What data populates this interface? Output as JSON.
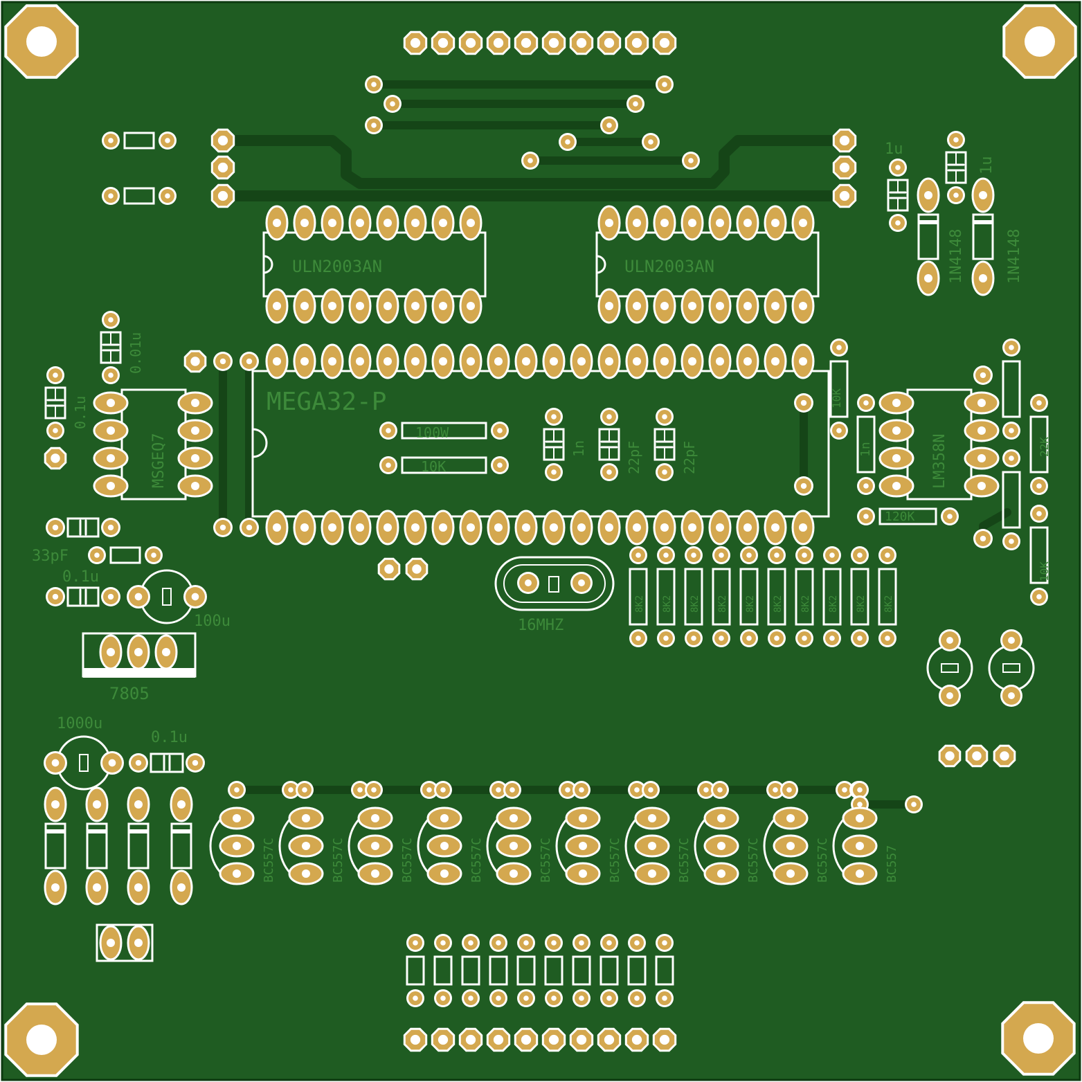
{
  "colors": {
    "board": "#1f5c22",
    "trace": "#154517",
    "silk": "#ffffff",
    "pad": "#d4a84f",
    "label": "#3d8a3a"
  },
  "labels": {
    "u_left": "ULN2003AN",
    "u_right": "ULN2003AN",
    "mcu": "MEGA32-P",
    "r_100w": "100W",
    "r_10k": "10K",
    "c_1n": "1n",
    "c_22pf_a": "22pF",
    "c_22pf_b": "22pF",
    "c_001u": "0.01u",
    "c_01u_left": "0.1u",
    "ic_msg": "MSGEQ7",
    "c_33pf": "33pF",
    "c_01u_mid": "0.1u",
    "c_100u": "100u",
    "reg": "7805",
    "xtal": "16MHZ",
    "c_1000u": "1000u",
    "c_01u_bottom": "0.1u",
    "c_1u_a": "1u",
    "c_1u_b": "1u",
    "d_a": "1N4148",
    "d_b": "1N4148",
    "opamp": "LM358N",
    "r_1n": "1n",
    "r_120k": "120K",
    "r_10k_a": "10K",
    "r_10k_b": "10K",
    "r_22k": "22K",
    "r_8k2": "8K2",
    "q_bc557": "BC557C",
    "q_bc557_last": "BC557"
  }
}
